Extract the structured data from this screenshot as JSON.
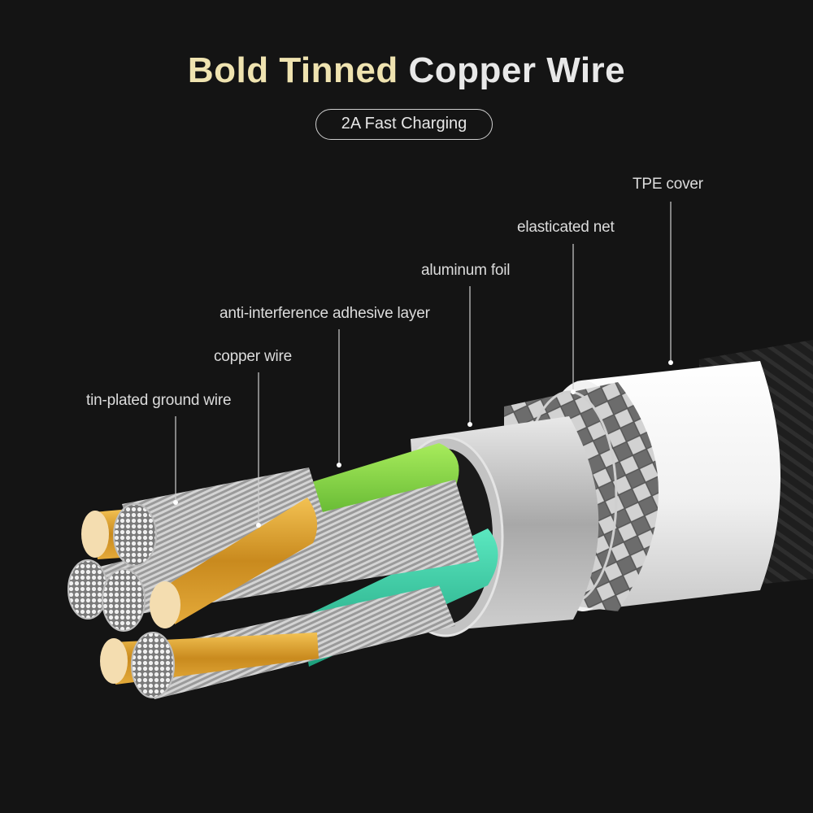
{
  "title": {
    "part1": "Bold Tinned",
    "part2": "Copper Wire"
  },
  "badge": "2A Fast Charging",
  "labels": {
    "tpe_cover": "TPE cover",
    "elasticated_net": "elasticated net",
    "aluminum_foil": "aluminum foil",
    "adhesive_layer": "anti-interference adhesive layer",
    "copper_wire": "copper wire",
    "ground_wire": "tin-plated ground wire"
  },
  "colors": {
    "background": "#141414",
    "title_accent": "#efe3b0",
    "title_main": "#e8e8e8",
    "copper": "#d9a233",
    "green_insulation": "#7fd43e",
    "teal_insulation": "#34d3a8",
    "aluminum": "#b9b9b9",
    "tpe": "#f4f4f4"
  }
}
